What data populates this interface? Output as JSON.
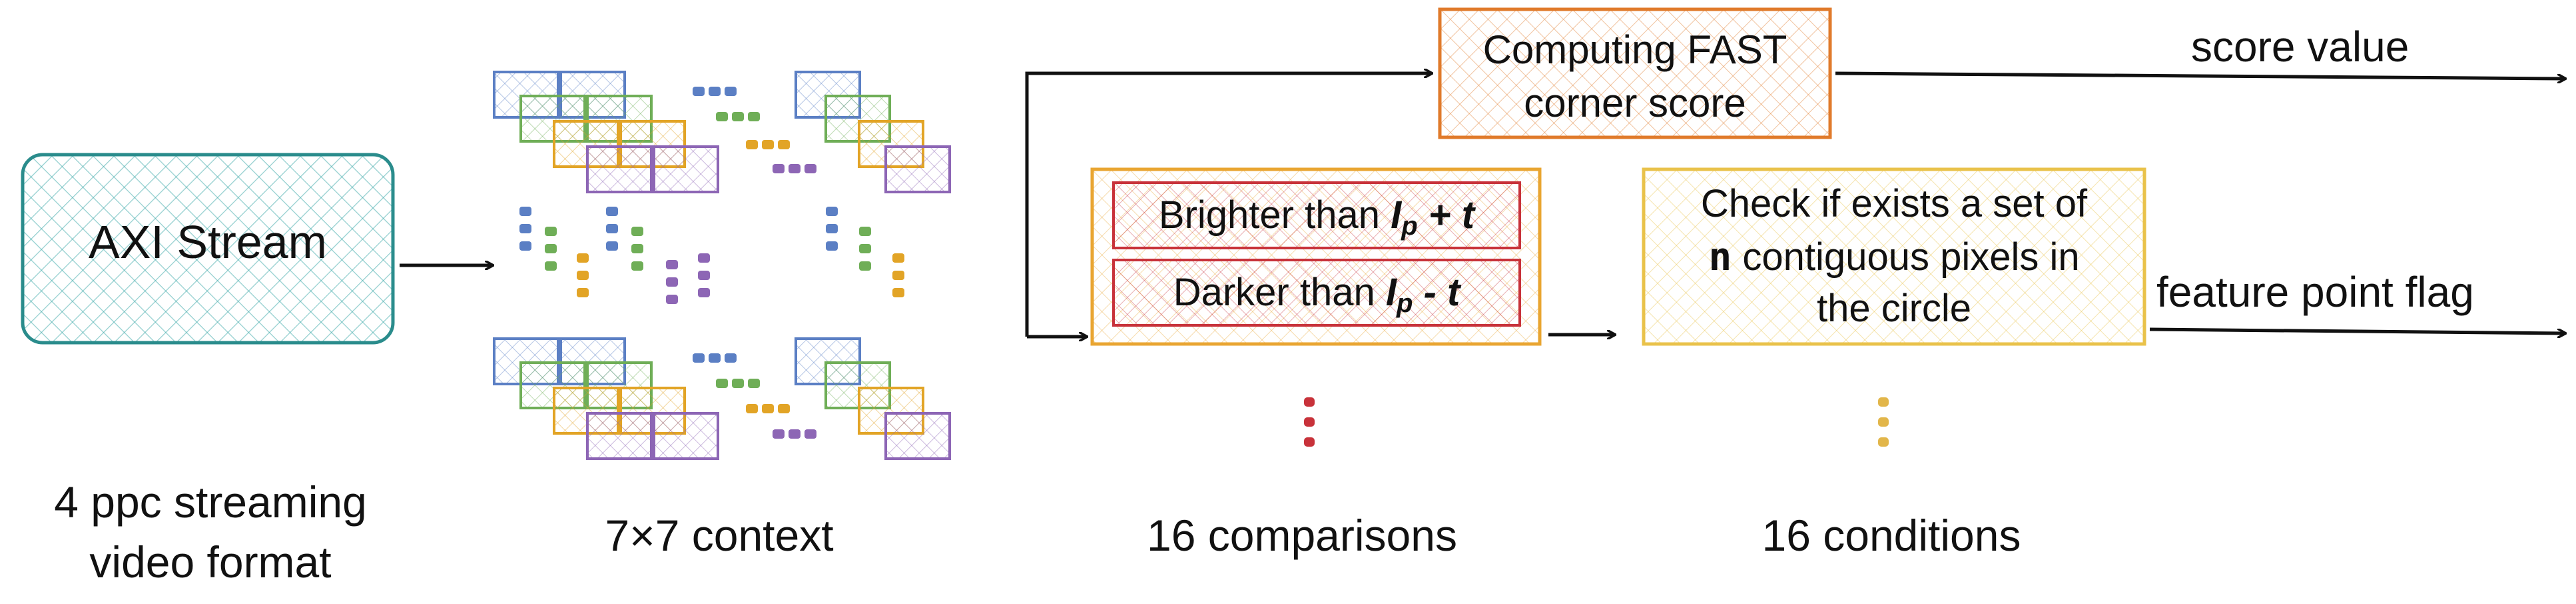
{
  "colors": {
    "axi": "#3aa8a8",
    "axi_fill": "#cfeeee",
    "fast": "#e07a2a",
    "fast_fill": "#fbe1c6",
    "compare_outer": "#e9a531",
    "compare_fill": "#fdeec6",
    "compare_inner": "#c8323a",
    "compare_inner_fill": "#f6cfd0",
    "check": "#e9c24a",
    "check_fill": "#fff7cf",
    "blue": "#5b7fc4",
    "green": "#6fae57",
    "yellow": "#e2a426",
    "purple": "#8d66b5",
    "arrow": "#111111"
  },
  "blocks": {
    "axi": {
      "label": "AXI Stream"
    },
    "fast": {
      "line1": "Computing FAST",
      "line2": "corner score"
    },
    "brighter": {
      "text": "Brighter than",
      "sym": "I",
      "sub": "p",
      "op": "+ t"
    },
    "darker": {
      "text": "Darker than",
      "sym": "I",
      "sub": "p",
      "op": "- t"
    },
    "check": {
      "line1": "Check if exists a set of",
      "bold": "n",
      "line2": "contiguous pixels in",
      "line3": "the circle"
    }
  },
  "outputs": {
    "score": "score value",
    "flag": "feature point flag"
  },
  "captions": {
    "axi_line1": "4 ppc streaming",
    "axi_line2": "video format",
    "context": "7×7 context",
    "comparisons": "16 comparisons",
    "conditions": "16 conditions"
  },
  "icons": {
    "context": "pixel-window-grid-icon",
    "comparisons": "vertical-ellipsis-icon",
    "conditions": "vertical-ellipsis-icon"
  }
}
